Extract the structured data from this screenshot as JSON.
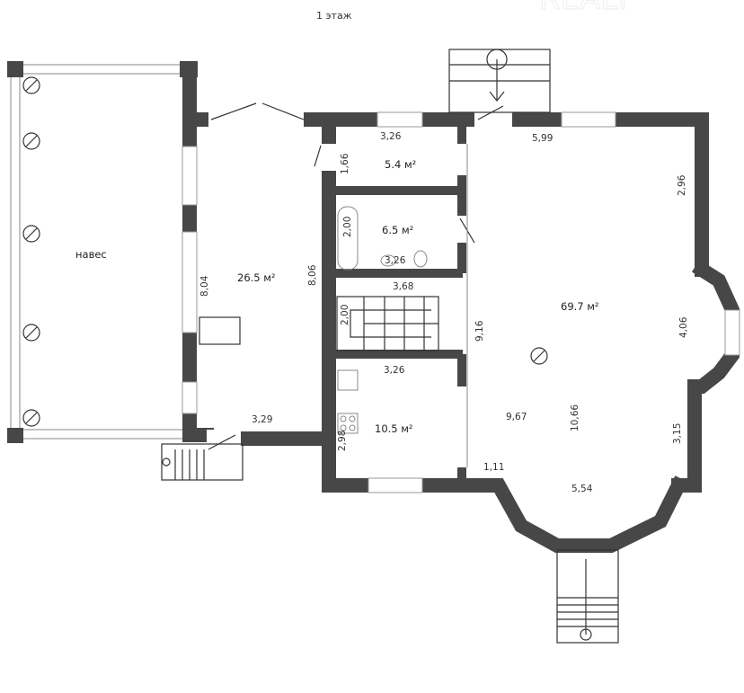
{
  "title": "1 этаж",
  "watermark": "REALT",
  "colors": {
    "wall": "#474747",
    "background": "#ffffff"
  },
  "rooms": [
    {
      "name": "canopy",
      "label": "навес"
    },
    {
      "name": "hall",
      "area": "26.5 м²",
      "dims": [
        "8,04",
        "8,06",
        "3,29"
      ]
    },
    {
      "name": "room-5-4",
      "area": "5.4 м²",
      "dims": [
        "3,26",
        "1,66"
      ]
    },
    {
      "name": "bathroom",
      "area": "6.5 м²",
      "dims": [
        "2,00",
        "3,26"
      ]
    },
    {
      "name": "stairwell",
      "dims": [
        "3,68",
        "2,00"
      ]
    },
    {
      "name": "kitchen",
      "area": "10.5 м²",
      "dims": [
        "3,26",
        "2,98"
      ]
    },
    {
      "name": "living-room",
      "area": "69.7 м²",
      "dims": [
        "5,99",
        "2,96",
        "4,06",
        "9,16",
        "9,67",
        "10,66",
        "3,15",
        "1,11",
        "5,54"
      ]
    }
  ]
}
